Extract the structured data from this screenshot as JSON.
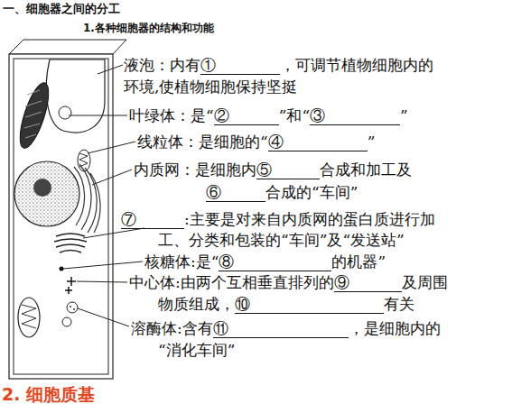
{
  "diagram": {
    "title": "一、细胞器之间的分工",
    "labels": [
      "1.各种细胞器的结构和功能",
      "液泡：内有",
      "①",
      "，可调节植物细胞内的",
      "环境,使植物细胞保持坚挺",
      "叶绿体：是“",
      "②",
      "”和“",
      "③",
      "”",
      "线粒体：是细胞的“",
      "④",
      "”",
      "内质网：是细胞内",
      "⑤",
      "合成和加工及",
      "⑥",
      "合成的“车间”",
      "⑦",
      ":主要是对来自内质网的蛋白质进行加",
      "工、分类和包装的“车间”及“发送站”",
      "核糖体:是“",
      "⑧",
      "的机器”",
      "中心体:由两个互相垂直排列的",
      "⑨",
      "及周围",
      "物质组成，",
      "⑩",
      "有关",
      "溶酶体:含有",
      "⑪",
      "，是细胞内的",
      "“消化车间”",
      "2. 细胞质基"
    ]
  }
}
